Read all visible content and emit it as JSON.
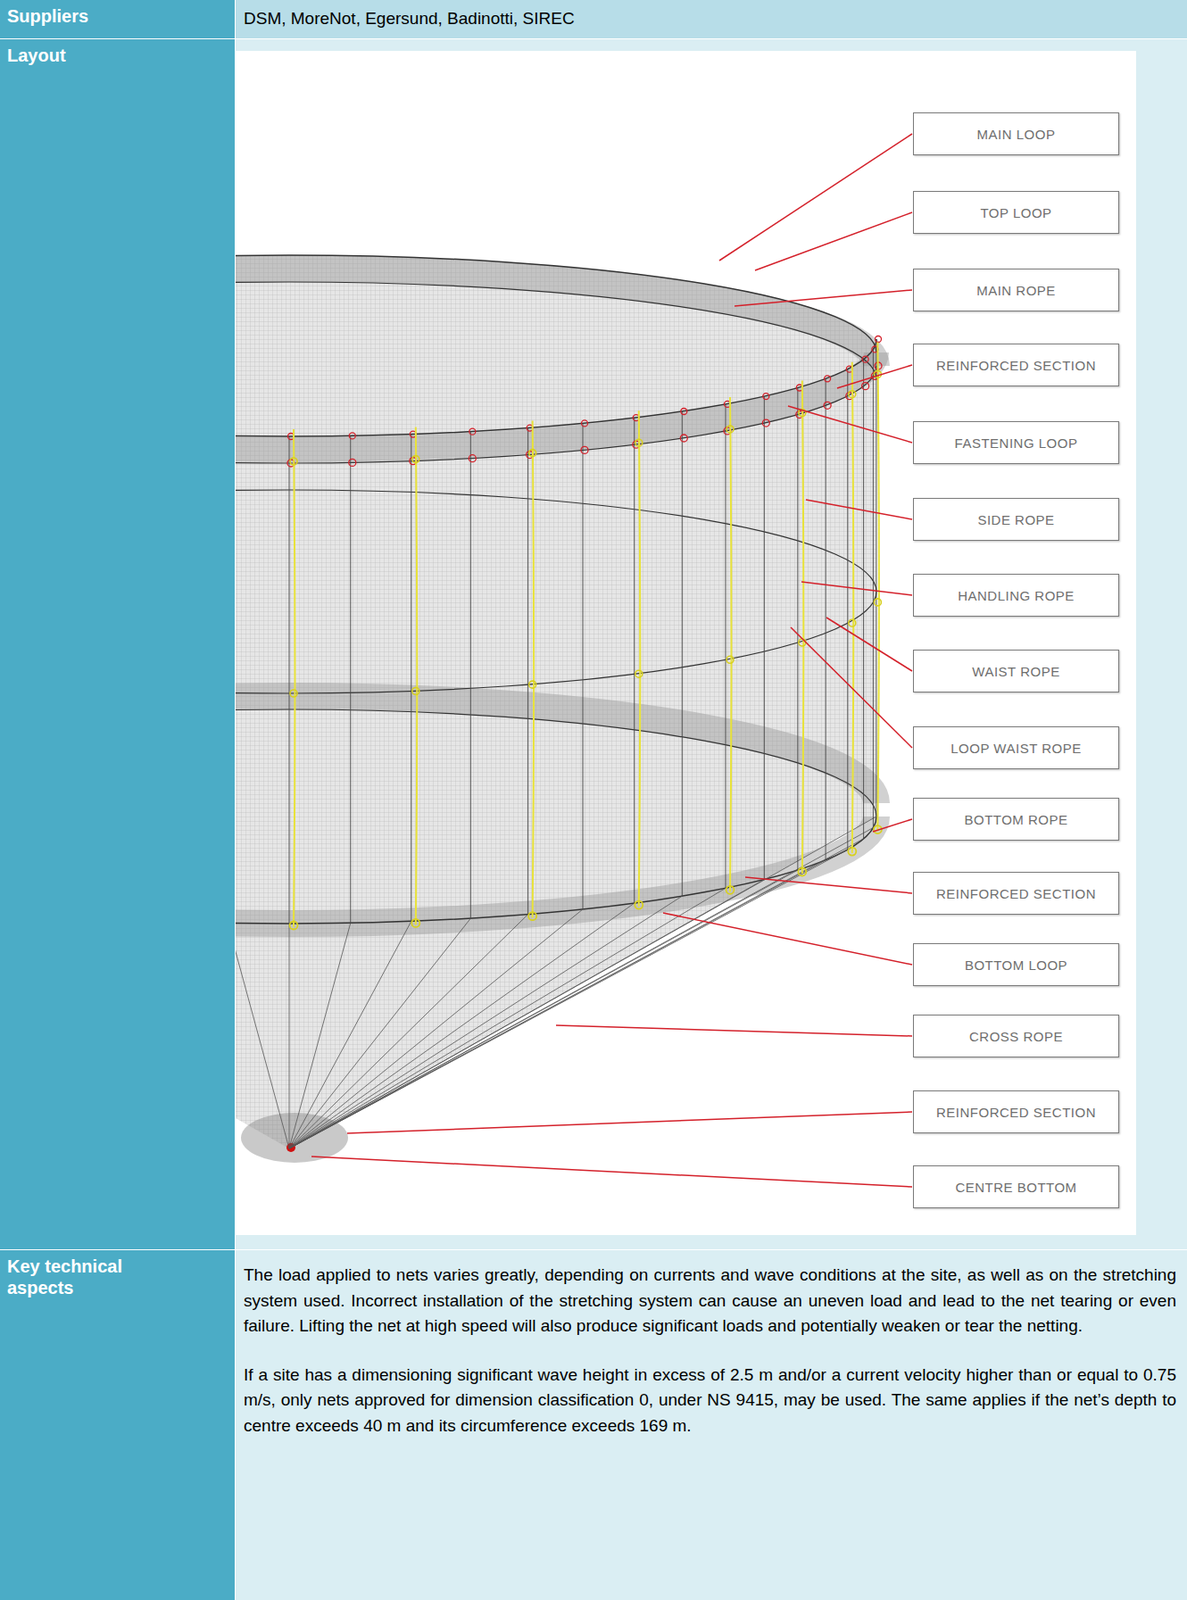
{
  "diagram": {
    "nodes": [
      {
        "text": [
          "Suppliers"
        ]
      },
      {
        "text": [
          "DSM, MoreNot, Egersund, Badinotti, SIREC"
        ]
      },
      {
        "text": [
          "Layout"
        ]
      },
      {
        "text": [
          "MAIN LOOP"
        ]
      },
      {
        "text": [
          "TOP LOOP"
        ]
      },
      {
        "text": [
          "MAIN ROPE"
        ]
      },
      {
        "text": [
          "REINFORCED SECTION"
        ]
      },
      {
        "text": [
          "FASTENING LOOP"
        ]
      },
      {
        "text": [
          "SIDE ROPE"
        ]
      },
      {
        "text": [
          "HANDLING ROPE"
        ]
      },
      {
        "text": [
          "WAIST ROPE"
        ]
      },
      {
        "text": [
          "LOOP WAIST ROPE"
        ]
      },
      {
        "text": [
          "BOTTOM ROPE"
        ]
      },
      {
        "text": [
          "REINFORCED SECTION"
        ]
      },
      {
        "text": [
          "BOTTOM LOOP"
        ]
      },
      {
        "text": [
          "CROSS ROPE"
        ]
      },
      {
        "text": [
          "REINFORCED SECTION"
        ]
      },
      {
        "text": [
          "CENTRE BOTTOM"
        ]
      },
      {
        "text": [
          "Key technical aspects"
        ]
      },
      {
        "text": [
          "The load applied to nets varies greatly, depending on currents and wave conditions at the site, as well as on the stretching system used. Incorrect installation of the stretching system can cause an uneven load and lead to the net tearing or even failure. Lifting the net at high speed will also produce significant loads and potentially weaken or tear the netting.",
          "If a site has a dimensioning significant wave height in excess of 2.5 m and/or a current velocity higher than or equal to 0.75 m/s, only nets approved for dimension classification 0, under NS 9415, may be used. The same applies if the net’s depth to centre exceeds 40 m and its circumference exceeds 169 m."
        ]
      }
    ]
  }
}
